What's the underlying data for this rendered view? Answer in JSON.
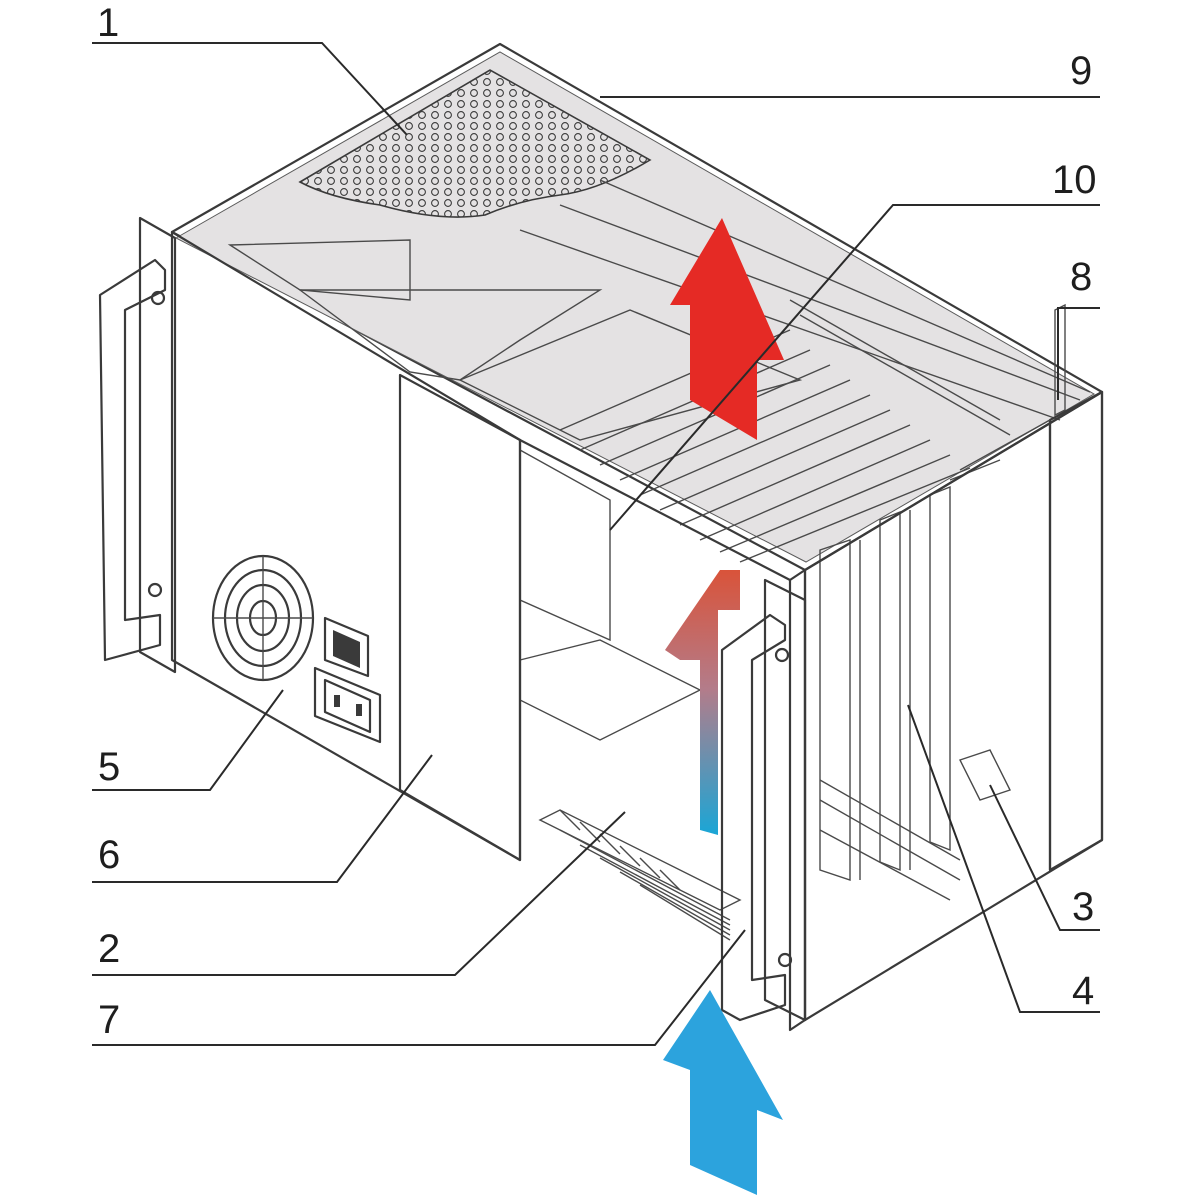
{
  "callouts": {
    "c1": "1",
    "c2": "2",
    "c3": "3",
    "c4": "4",
    "c5": "5",
    "c6": "6",
    "c7": "7",
    "c8": "8",
    "c9": "9",
    "c10": "10"
  },
  "colors": {
    "hot_air": "#e52a25",
    "cool_air": "#2ca3dd",
    "chassis_fill": "#e9e7e8",
    "outline": "#3a3a3a"
  },
  "icons": [
    "fan-grille-icon",
    "power-switch-icon",
    "power-socket-icon",
    "hot-air-arrow-icon",
    "cool-air-arrow-icon",
    "mixed-airflow-arrow-icon"
  ]
}
